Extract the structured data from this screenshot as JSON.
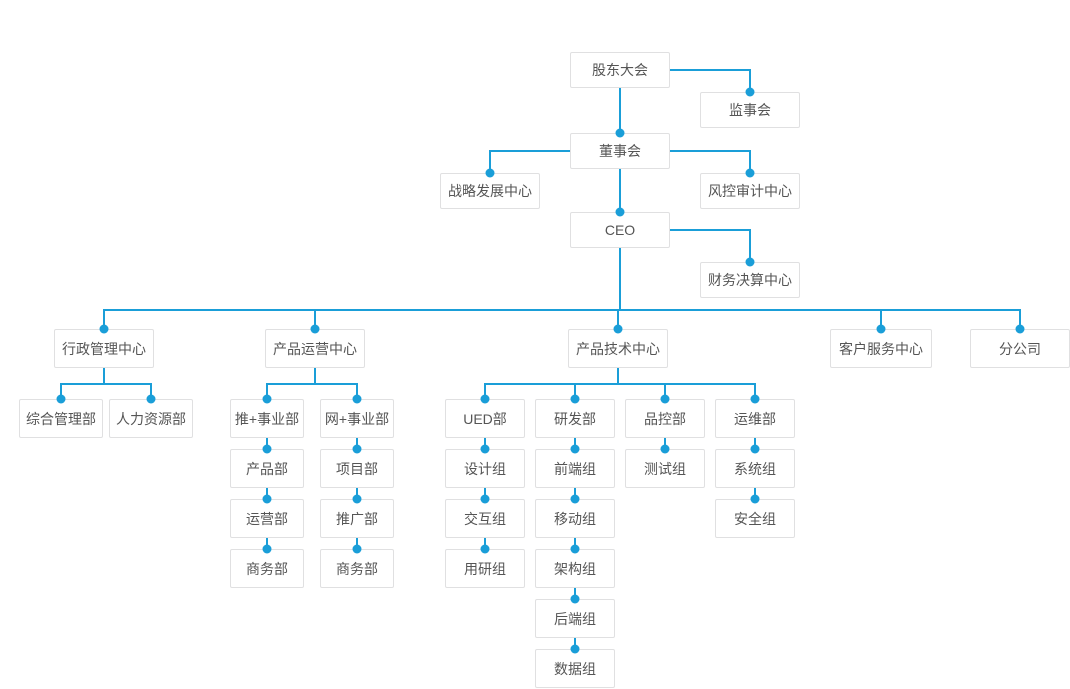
{
  "colors": {
    "connector": "#1a9ed8",
    "node_border": "#e0e0e1",
    "node_text": "#555555",
    "node_background": "#ffffff",
    "page_background": "#ffffff"
  },
  "org": {
    "shareholders_meeting": "股东大会",
    "supervisory_board": "监事会",
    "board_of_directors": "董事会",
    "strategy_development_center": "战略发展中心",
    "risk_audit_center": "风控审计中心",
    "ceo": "CEO",
    "finance_settlement_center": "财务决算中心",
    "admin_management_center": "行政管理中心",
    "general_management_dept": "综合管理部",
    "human_resources_dept": "人力资源部",
    "product_operations_center": "产品运营中心",
    "tui_plus_division": "推+事业部",
    "wang_plus_division": "网+事业部",
    "product_dept": "产品部",
    "project_dept": "项目部",
    "operations_dept": "运营部",
    "promotion_dept": "推广部",
    "tui_business_dept": "商务部",
    "wang_business_dept": "商务部",
    "product_tech_center": "产品技术中心",
    "ued_dept": "UED部",
    "rnd_dept": "研发部",
    "quality_control_dept": "品控部",
    "operations_maintenance_dept": "运维部",
    "design_team": "设计组",
    "interaction_team": "交互组",
    "user_research_team": "用研组",
    "frontend_team": "前端组",
    "mobile_team": "移动组",
    "architecture_team": "架构组",
    "backend_team": "后端组",
    "data_team": "数据组",
    "testing_team": "测试组",
    "system_team": "系统组",
    "security_team": "安全组",
    "customer_service_center": "客户服务中心",
    "branch_company": "分公司"
  }
}
